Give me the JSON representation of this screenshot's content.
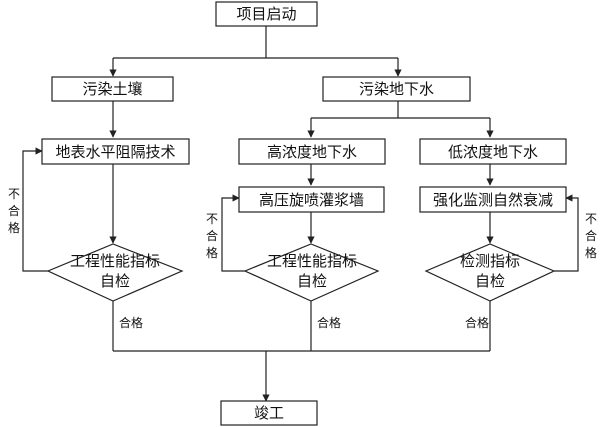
{
  "nodes": {
    "start": "项目启动",
    "pollution_soil": "污染土壤",
    "pollution_groundwater": "污染地下水",
    "surface_barrier": "地表水平阻隔技术",
    "high_concentration": "高浓度地下水",
    "low_concentration": "低浓度地下水",
    "high_pressure_wall": "高压旋喷灌浆墙",
    "enhanced_monitoring": "强化监测自然衰减",
    "decision_1_line1": "工程性能指标",
    "decision_1_line2": "自检",
    "decision_2_line1": "工程性能指标",
    "decision_2_line2": "自检",
    "decision_3_line1": "检测指标",
    "decision_3_line2": "自检",
    "end": "竣工"
  },
  "labels": {
    "fail_left_1": "不",
    "fail_left_2": "合",
    "fail_left_3": "格",
    "fail_mid_1": "不",
    "fail_mid_2": "合",
    "fail_mid_3": "格",
    "fail_right_1": "不",
    "fail_right_2": "合",
    "fail_right_3": "格",
    "pass_left": "合格",
    "pass_mid": "合格",
    "pass_right": "合格"
  }
}
